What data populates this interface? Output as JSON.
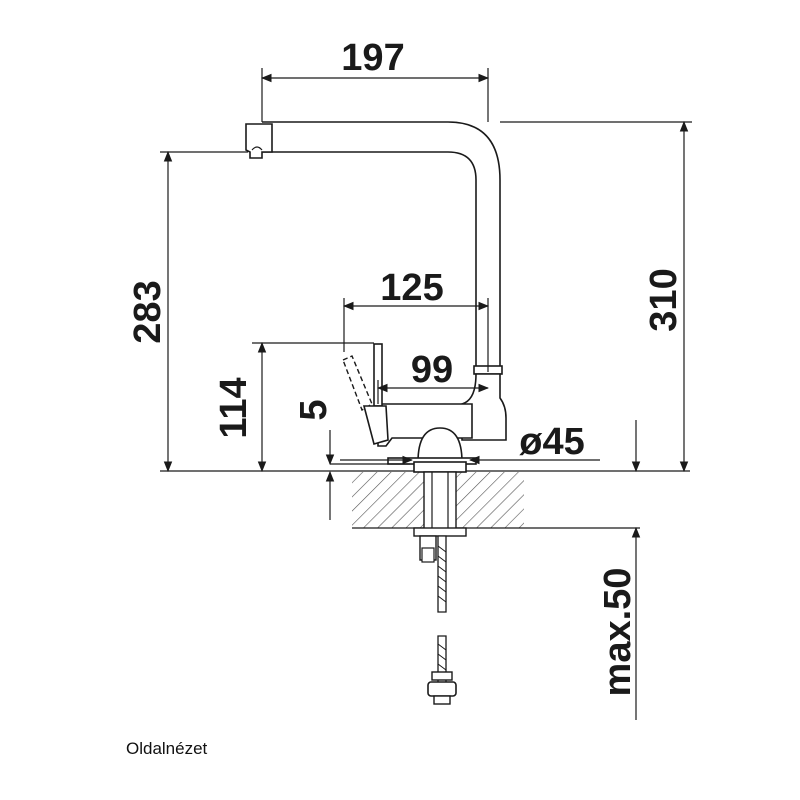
{
  "dimensions": {
    "spout_reach": "197",
    "height_to_outlet": "283",
    "total_height": "310",
    "lever_reach": "125",
    "lever_height": "114",
    "body_reach": "99",
    "base_offset": "5",
    "base_diameter": "ø45",
    "max_worktop_thickness": "max.50"
  },
  "caption": "Oldalnézet"
}
